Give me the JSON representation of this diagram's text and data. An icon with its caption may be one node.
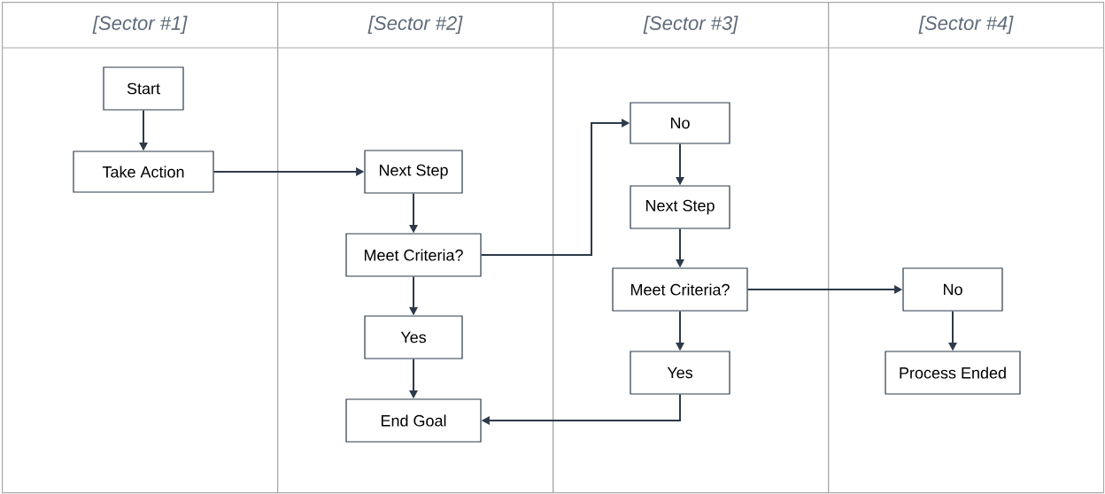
{
  "diagram": {
    "nodes": [
      {
        "text": [
          "[Sector #1]"
        ]
      },
      {
        "text": [
          "[Sector #2]"
        ]
      },
      {
        "text": [
          "[Sector #3]"
        ]
      },
      {
        "text": [
          "[Sector #4]"
        ]
      },
      {
        "text": [
          "Start"
        ],
        "in": 0
      },
      {
        "text": [
          "Take Action"
        ],
        "in": 0
      },
      {
        "text": [
          "Next Step"
        ],
        "in": 1
      },
      {
        "text": [
          "Meet Criteria?"
        ],
        "in": 1
      },
      {
        "text": [
          "Yes"
        ],
        "in": 1
      },
      {
        "text": [
          "End Goal"
        ],
        "in": 1
      },
      {
        "text": [
          "No"
        ],
        "in": 2
      },
      {
        "text": [
          "Next Step"
        ],
        "in": 2
      },
      {
        "text": [
          "Meet Criteria?"
        ],
        "in": 2
      },
      {
        "text": [
          "Yes"
        ],
        "in": 2
      },
      {
        "text": [
          "No"
        ],
        "in": 3
      },
      {
        "text": [
          "Process Ended"
        ],
        "in": 3
      }
    ],
    "edges": [
      {
        "from": 4,
        "to": 5,
        "arrow": "to"
      },
      {
        "from": 5,
        "to": 6,
        "arrow": "to"
      },
      {
        "from": 6,
        "to": 7,
        "arrow": "to"
      },
      {
        "from": 7,
        "to": 8,
        "arrow": "to"
      },
      {
        "from": 8,
        "to": 9,
        "arrow": "to"
      },
      {
        "from": 7,
        "to": 10,
        "arrow": "to"
      },
      {
        "from": 10,
        "to": 11,
        "arrow": "to"
      },
      {
        "from": 11,
        "to": 12,
        "arrow": "to"
      },
      {
        "from": 12,
        "to": 13,
        "arrow": "to"
      },
      {
        "from": 12,
        "to": 14,
        "arrow": "to"
      },
      {
        "from": 13,
        "to": 9,
        "arrow": "to"
      },
      {
        "from": 14,
        "to": 15,
        "arrow": "to"
      }
    ]
  }
}
